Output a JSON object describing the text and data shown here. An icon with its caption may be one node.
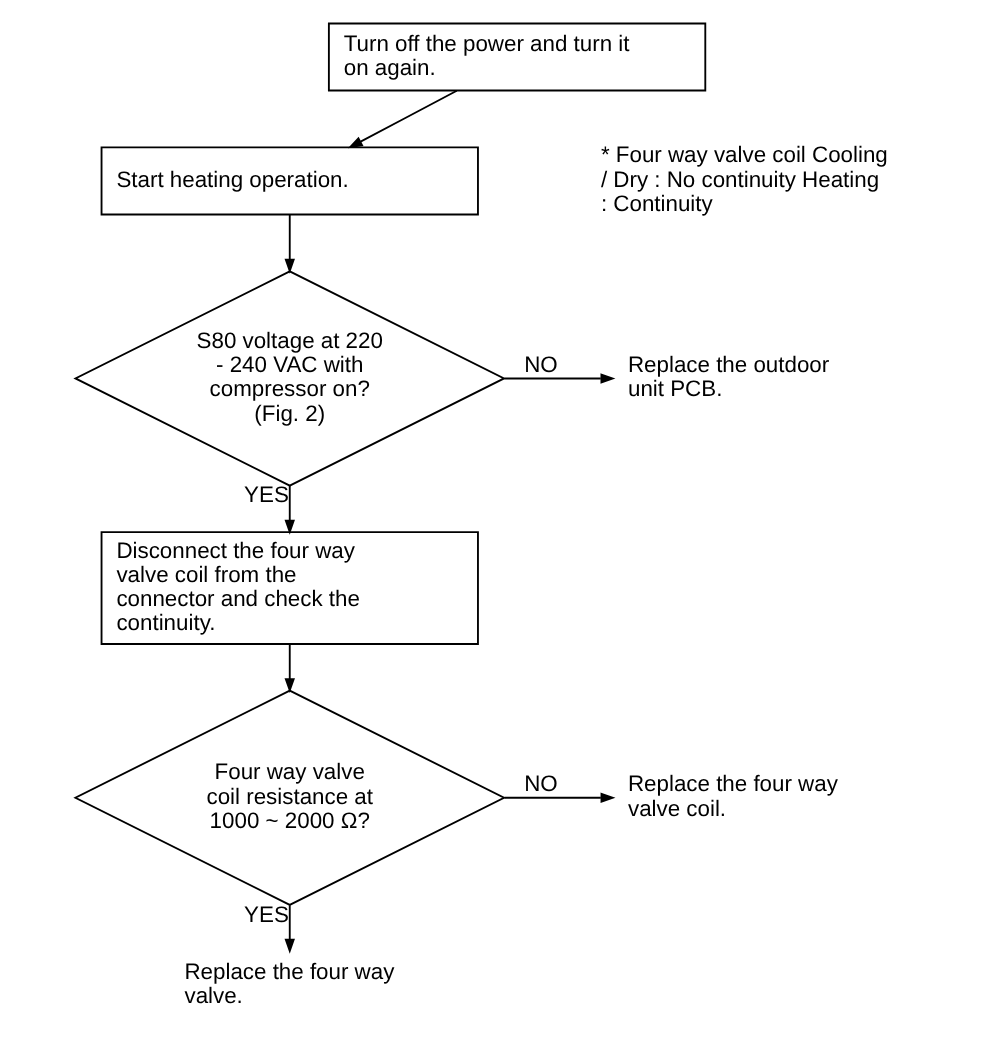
{
  "diagram": {
    "nodes": [
      {
        "text": [
          "Turn off the power and turn it on again."
        ]
      },
      {
        "text": [
          "Start heating operation."
        ]
      },
      {
        "text": [
          "S80 voltage at 220 - 240 VAC with compressor on? (Fig. 2)"
        ]
      },
      {
        "text": [
          "Replace the outdoor unit PCB."
        ]
      },
      {
        "text": [
          "Disconnect the four way valve coil from the connector and check the continuity."
        ]
      },
      {
        "text": [
          "Four way valve coil resistance at 1000 ~ 2000 Ω?"
        ]
      },
      {
        "text": [
          "Replace the four way valve coil."
        ]
      },
      {
        "text": [
          "Replace the four way valve."
        ]
      }
    ],
    "edges": [
      {
        "from": 0,
        "to": 1,
        "arrow": "to"
      },
      {
        "from": 1,
        "to": 2,
        "arrow": "to"
      },
      {
        "from": 2,
        "to": 3,
        "label": "NO",
        "arrow": "to"
      },
      {
        "from": 2,
        "to": 4,
        "label": "YES",
        "arrow": "to"
      },
      {
        "from": 4,
        "to": 5,
        "arrow": "to"
      },
      {
        "from": 5,
        "to": 6,
        "label": "NO",
        "arrow": "to"
      },
      {
        "from": 5,
        "to": 7,
        "label": "YES",
        "arrow": "to"
      }
    ],
    "labels": [
      "* Four way valve coil Cooling / Dry : No continuity Heating : Continuity"
    ]
  }
}
